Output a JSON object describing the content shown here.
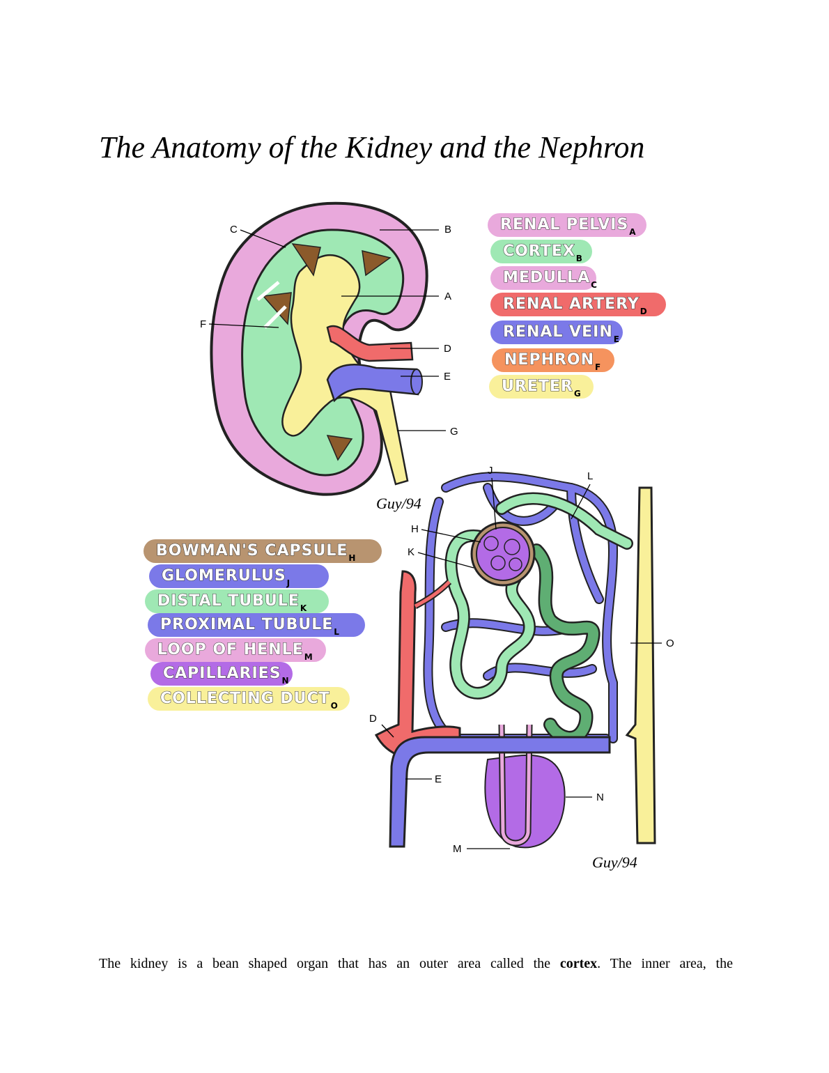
{
  "document": {
    "title": "The Anatomy of the Kidney and the Nephron",
    "paragraph": {
      "before_bold": "The kidney is a bean shaped organ that has an outer area called the ",
      "bold": "cortex",
      "after_bold": ". The inner area, the"
    }
  },
  "kidney_diagram": {
    "callouts": [
      "A",
      "B",
      "C",
      "D",
      "E",
      "F",
      "G"
    ],
    "signature": "Guy/94",
    "legend": [
      {
        "label": "RENAL PELVIS",
        "sub": "A",
        "color": "#e9a9dc"
      },
      {
        "label": "CORTEX",
        "sub": "B",
        "color": "#9fe8b4"
      },
      {
        "label": "MEDULLA",
        "sub": "C",
        "color": "#e9a9dc"
      },
      {
        "label": "RENAL ARTERY",
        "sub": "D",
        "color": "#f06b6b"
      },
      {
        "label": "RENAL VEIN",
        "sub": "E",
        "color": "#7b79e8"
      },
      {
        "label": "NEPHRON",
        "sub": "F",
        "color": "#f5935e"
      },
      {
        "label": "URETER",
        "sub": "G",
        "color": "#f9f09a"
      }
    ]
  },
  "nephron_diagram": {
    "callouts": [
      "D",
      "E",
      "H",
      "J",
      "K",
      "L",
      "M",
      "N",
      "O"
    ],
    "signature": "Guy/94",
    "legend": [
      {
        "label": "BOWMAN'S CAPSULE",
        "sub": "H",
        "color": "#b89470"
      },
      {
        "label": "GLOMERULUS",
        "sub": "J",
        "color": "#7b79e8"
      },
      {
        "label": "DISTAL TUBULE",
        "sub": "K",
        "color": "#9fe8b4"
      },
      {
        "label": "PROXIMAL TUBULE",
        "sub": "L",
        "color": "#7b79e8"
      },
      {
        "label": "LOOP OF HENLE",
        "sub": "M",
        "color": "#e9a9dc"
      },
      {
        "label": "CAPILLARIES",
        "sub": "N",
        "color": "#b36be6"
      },
      {
        "label": "COLLECTING DUCT",
        "sub": "O",
        "color": "#f9f09a"
      }
    ]
  }
}
